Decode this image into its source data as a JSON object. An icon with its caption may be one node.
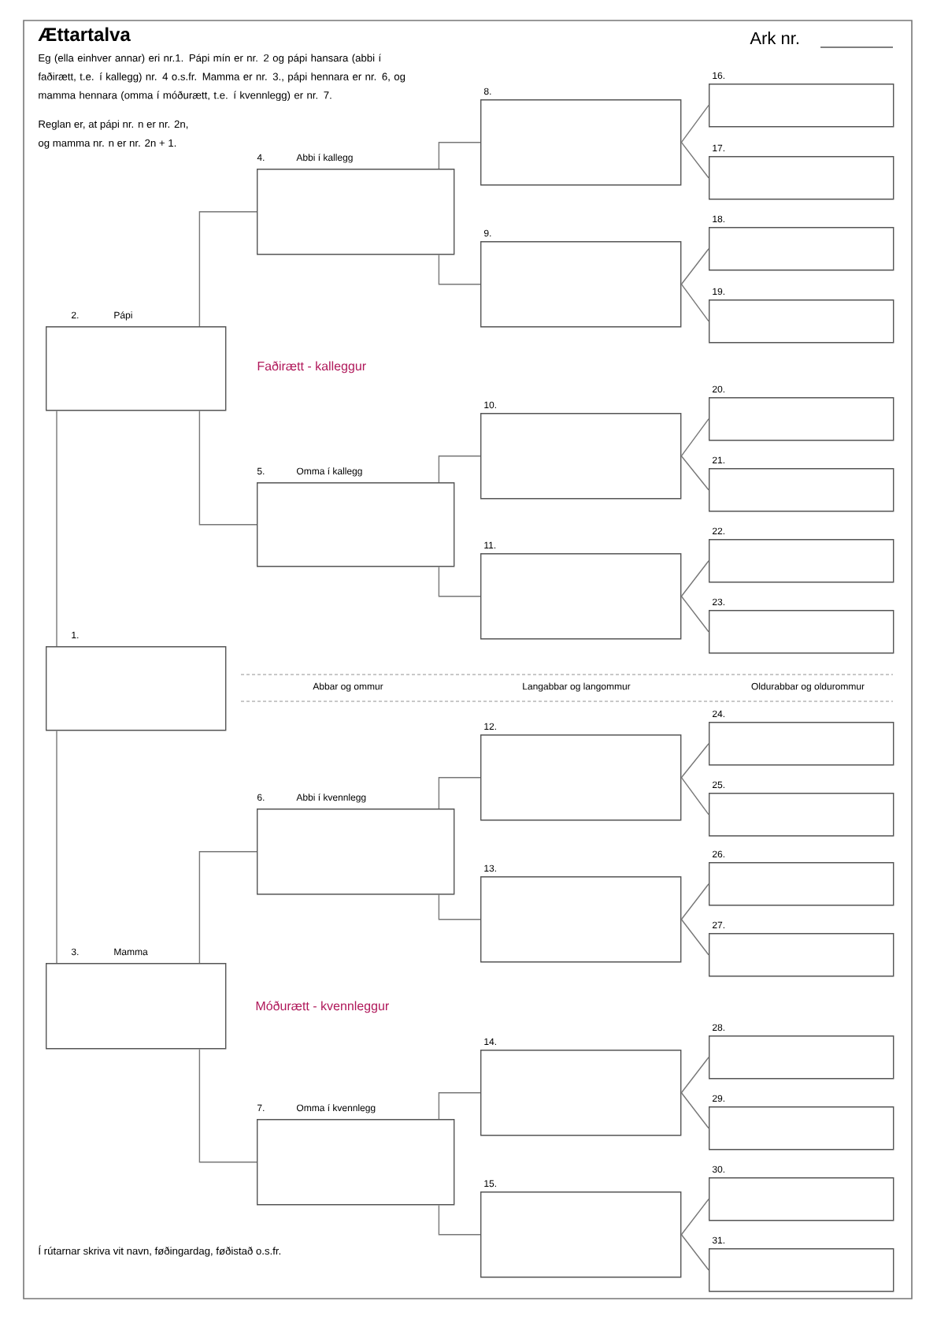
{
  "diagram": {
    "title": "Ættartalva",
    "nodes": [
      {
        "text": [
          "1."
        ]
      },
      {
        "text": [
          "2.",
          "Pápi"
        ]
      },
      {
        "text": [
          "3.",
          "Mamma"
        ]
      },
      {
        "text": [
          "4.",
          "Abbi í kallegg"
        ]
      },
      {
        "text": [
          "5.",
          "Omma í kallegg"
        ]
      },
      {
        "text": [
          "6.",
          "Abbi í kvennlegg"
        ]
      },
      {
        "text": [
          "7.",
          "Omma í kvennlegg"
        ]
      },
      {
        "text": [
          "8."
        ]
      },
      {
        "text": [
          "9."
        ]
      },
      {
        "text": [
          "10."
        ]
      },
      {
        "text": [
          "11."
        ]
      },
      {
        "text": [
          "12."
        ]
      },
      {
        "text": [
          "13."
        ]
      },
      {
        "text": [
          "14."
        ]
      },
      {
        "text": [
          "15."
        ]
      },
      {
        "text": [
          "16."
        ]
      },
      {
        "text": [
          "17."
        ]
      },
      {
        "text": [
          "18."
        ]
      },
      {
        "text": [
          "19."
        ]
      },
      {
        "text": [
          "20."
        ]
      },
      {
        "text": [
          "21."
        ]
      },
      {
        "text": [
          "22."
        ]
      },
      {
        "text": [
          "23."
        ]
      },
      {
        "text": [
          "24."
        ]
      },
      {
        "text": [
          "25."
        ]
      },
      {
        "text": [
          "26."
        ]
      },
      {
        "text": [
          "27."
        ]
      },
      {
        "text": [
          "28."
        ]
      },
      {
        "text": [
          "29."
        ]
      },
      {
        "text": [
          "30."
        ]
      },
      {
        "text": [
          "31."
        ]
      }
    ],
    "edges": [
      {
        "from": 0,
        "to": 1,
        "arrow": "none"
      },
      {
        "from": 0,
        "to": 2,
        "arrow": "none"
      },
      {
        "from": 1,
        "to": 3,
        "arrow": "none"
      },
      {
        "from": 1,
        "to": 4,
        "arrow": "none"
      },
      {
        "from": 2,
        "to": 5,
        "arrow": "none"
      },
      {
        "from": 2,
        "to": 6,
        "arrow": "none"
      },
      {
        "from": 3,
        "to": 7,
        "arrow": "none"
      },
      {
        "from": 3,
        "to": 8,
        "arrow": "none"
      },
      {
        "from": 4,
        "to": 9,
        "arrow": "none"
      },
      {
        "from": 4,
        "to": 10,
        "arrow": "none"
      },
      {
        "from": 5,
        "to": 11,
        "arrow": "none"
      },
      {
        "from": 5,
        "to": 12,
        "arrow": "none"
      },
      {
        "from": 6,
        "to": 13,
        "arrow": "none"
      },
      {
        "from": 6,
        "to": 14,
        "arrow": "none"
      },
      {
        "from": 7,
        "to": 15,
        "arrow": "none"
      },
      {
        "from": 7,
        "to": 16,
        "arrow": "none"
      },
      {
        "from": 8,
        "to": 17,
        "arrow": "none"
      },
      {
        "from": 8,
        "to": 18,
        "arrow": "none"
      },
      {
        "from": 9,
        "to": 19,
        "arrow": "none"
      },
      {
        "from": 9,
        "to": 20,
        "arrow": "none"
      },
      {
        "from": 10,
        "to": 21,
        "arrow": "none"
      },
      {
        "from": 10,
        "to": 22,
        "arrow": "none"
      },
      {
        "from": 11,
        "to": 23,
        "arrow": "none"
      },
      {
        "from": 11,
        "to": 24,
        "arrow": "none"
      },
      {
        "from": 12,
        "to": 25,
        "arrow": "none"
      },
      {
        "from": 12,
        "to": 26,
        "arrow": "none"
      },
      {
        "from": 13,
        "to": 27,
        "arrow": "none"
      },
      {
        "from": 13,
        "to": 28,
        "arrow": "none"
      },
      {
        "from": 14,
        "to": 29,
        "arrow": "none"
      },
      {
        "from": 14,
        "to": 30,
        "arrow": "none"
      }
    ],
    "labels": [
      "Ark nr.",
      "Eg (ella einhver annar) eri nr.1. Pápi mín er nr. 2 og pápi hansara (abbi í faðirætt, t.e. í kallegg) nr. 4 o.s.fr. Mamma er nr. 3., pápi hennara er nr. 6, og mamma hennara (omma í móðurætt, t.e. í kvennlegg) er nr. 7.",
      "Reglan er, at pápi nr. n er nr. 2n,",
      "og mamma nr. n er nr. 2n + 1.",
      "Faðirætt - kalleggur",
      "Abbar og ommur",
      "Langabbar og langommur",
      "Oldurabbar og oldurommur",
      "Móðurætt - kvennleggur",
      "Í rútarnar skriva vit navn, føðingardag, føðistað o.s.fr."
    ]
  }
}
